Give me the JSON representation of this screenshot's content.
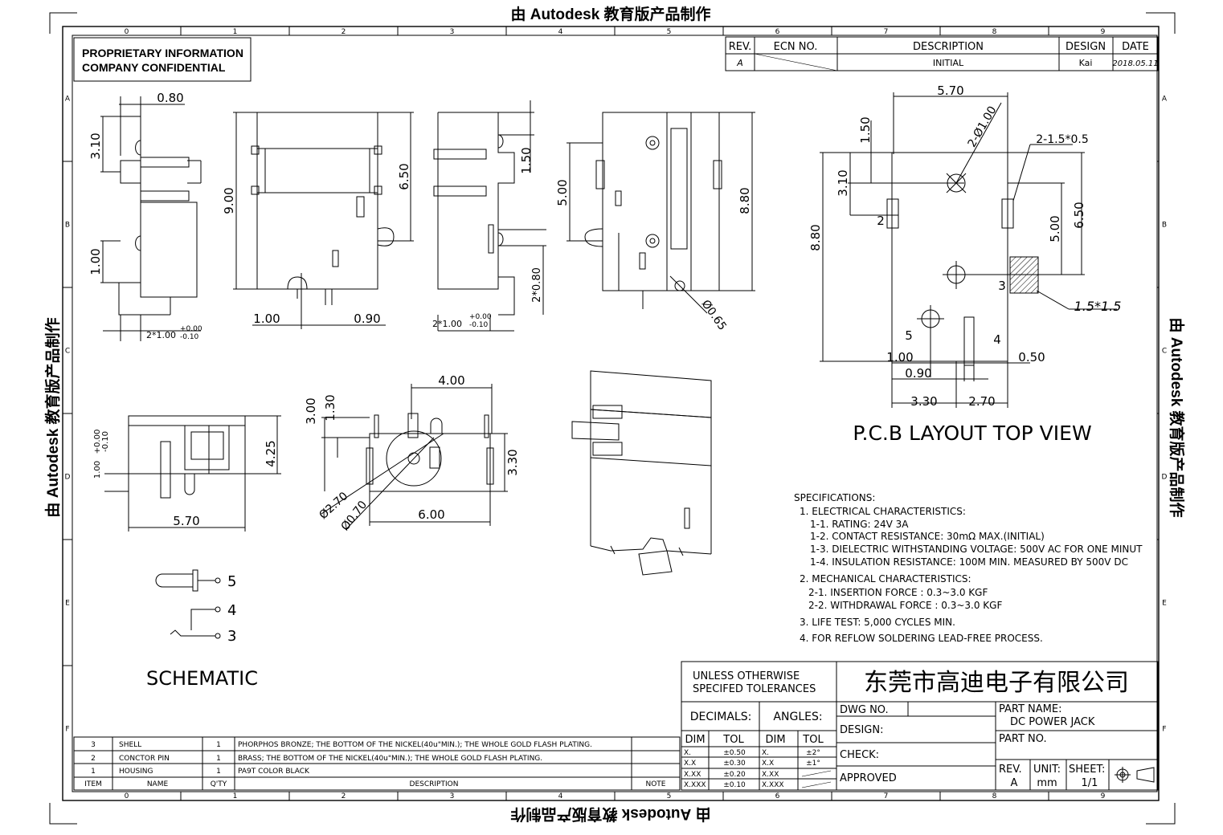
{
  "watermark": "由 Autodesk 教育版产品制作",
  "proprietary": {
    "line1": "PROPRIETARY INFORMATION",
    "line2": "COMPANY CONFIDENTIAL"
  },
  "grid": {
    "columns": [
      "0",
      "1",
      "2",
      "3",
      "4",
      "5",
      "6",
      "7",
      "8",
      "9"
    ],
    "rows": [
      "A",
      "B",
      "C",
      "D",
      "E",
      "F"
    ]
  },
  "revision_table": {
    "headers": [
      "REV.",
      "ECN NO.",
      "DESCRIPTION",
      "DESIGN",
      "DATE"
    ],
    "row": [
      "A",
      "",
      "INITIAL",
      "Kai",
      "2018.05.11"
    ]
  },
  "dimensions": {
    "side_view": [
      "0.80",
      "3.10",
      "1.00",
      "2*1.00",
      "+0.00",
      "-0.10"
    ],
    "front_view": [
      "9.00",
      "6.50",
      "1.00",
      "0.90"
    ],
    "right_view": [
      "1.50",
      "2*0.80",
      "2*1.00",
      "+0.00",
      "-0.10"
    ],
    "rear_view": [
      "5.00",
      "8.80",
      "Ø0.65"
    ],
    "bottom_view": [
      "+0.00",
      "-0.10",
      "1.00",
      "4.25",
      "5.70"
    ],
    "end_view": [
      "4.00",
      "3.00",
      "1.30",
      "3.30",
      "Ø2.70",
      "Ø0.70",
      "6.00"
    ],
    "pcb": [
      "5.70",
      "2-Ø1.00",
      "2-1.5*0.5",
      "1.50",
      "3.10",
      "8.80",
      "5.00",
      "6.50",
      "1.5*1.5",
      "1.00",
      "0.50",
      "0.90",
      "3.30",
      "2.70"
    ]
  },
  "pcb_pins": [
    "2",
    "3",
    "4",
    "5"
  ],
  "pcb_title": "P.C.B  LAYOUT  TOP  VIEW",
  "schematic": {
    "title": "SCHEMATIC",
    "pins": [
      "5",
      "4",
      "3"
    ]
  },
  "specifications": {
    "heading": "SPECIFICATIONS:",
    "lines": [
      "1. ELECTRICAL  CHARACTERISTICS:",
      "1-1. RATING: 24V  3A",
      "1-2. CONTACT  RESISTANCE: 30mΩ  MAX.(INITIAL)",
      "1-3. DIELECTRIC  WITHSTANDING  VOLTAGE: 500V  AC  FOR  ONE  MINUT",
      "1-4. INSULATION  RESISTANCE: 100M    MIN.  MEASURED  BY  500V  DC",
      "2. MECHANICAL  CHARACTERISTICS:",
      "2-1. INSERTION  FORCE : 0.3~3.0  KGF",
      "2-2. WITHDRAWAL  FORCE : 0.3~3.0  KGF",
      "3. LIFE  TEST: 5,000  CYCLES  MIN.",
      "4. FOR  REFLOW  SOLDERING  LEAD-FREE  PROCESS."
    ]
  },
  "bom": {
    "headers": [
      "ITEM",
      "NAME",
      "Q'TY",
      "DESCRIPTION",
      "NOTE"
    ],
    "rows": [
      [
        "3",
        "SHELL",
        "1",
        "PHORPHOS  BRONZE;  THE  BOTTOM  OF  THE  NICKEL(40u\"MIN.);  THE  WHOLE  GOLD  FLASH  PLATING."
      ],
      [
        "2",
        "CONCTOR  PIN",
        "1",
        "BRASS;  THE  BOTTOM  OF  THE  NICKEL(40u\"MIN.);  THE  WHOLE  GOLD  FLASH  PLATING."
      ],
      [
        "1",
        "HOUSING",
        "1",
        "PA9T    COLOR  BLACK"
      ]
    ]
  },
  "tolerances": {
    "title1": "UNLESS  OTHERWISE",
    "title2": "SPECIFED  TOLERANCES",
    "decimals": "DECIMALS:",
    "angles": "ANGLES:",
    "dim": "DIM",
    "tol": "TOL",
    "dec_rows": [
      [
        "X.",
        "±0.50"
      ],
      [
        "X.X",
        "±0.30"
      ],
      [
        "X.XX",
        "±0.20"
      ],
      [
        "X.XXX",
        "±0.10"
      ]
    ],
    "ang_rows": [
      [
        "X.",
        "±2°"
      ],
      [
        "X.X",
        "±1°"
      ],
      [
        "X.XX",
        ""
      ],
      [
        "X.XXX",
        ""
      ]
    ]
  },
  "title_block": {
    "company": "东莞市高迪电子有限公司",
    "dwg_no": "DWG  NO.",
    "design": "DESIGN:",
    "check": "CHECK:",
    "approved": "APPROVED",
    "part_name_label": "PART  NAME:",
    "part_name": "DC  POWER  JACK",
    "part_no": "PART  NO.",
    "rev_label": "REV.",
    "rev": "A",
    "unit_label": "UNIT:",
    "unit": "mm",
    "sheet_label": "SHEET:",
    "sheet": "1/1"
  }
}
